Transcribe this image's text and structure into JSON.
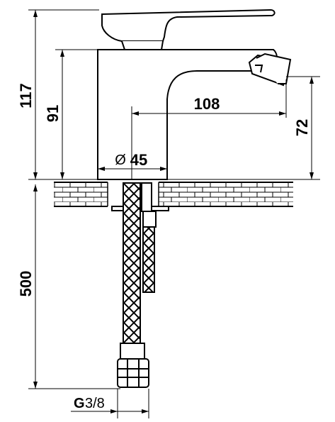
{
  "dimensions": {
    "total_height": "117",
    "spout_height": "91",
    "spout_reach": "108",
    "nozzle_height": "72",
    "body_diameter": "45",
    "diameter_symbol": "Ø",
    "hose_length": "500",
    "thread_label_prefix": "G",
    "thread_label_size": "3/8"
  },
  "colors": {
    "line": "#000000",
    "background": "#ffffff"
  }
}
